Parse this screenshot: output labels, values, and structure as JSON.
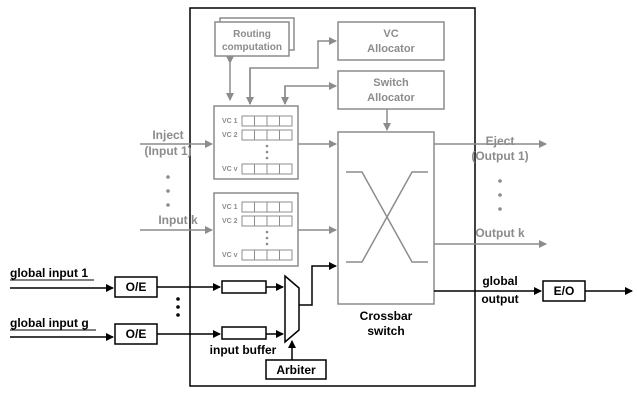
{
  "colors": {
    "gray": "#8c8c8c",
    "black": "#000000",
    "background": "#ffffff"
  },
  "blocks": {
    "routing": [
      "Routing",
      "computation"
    ],
    "vc_allocator": [
      "VC",
      "Allocator"
    ],
    "switch_allocator": [
      "Switch",
      "Allocator"
    ],
    "crossbar": [
      "Crossbar",
      "switch"
    ],
    "oe": "O/E",
    "eo": "E/O",
    "arbiter": "Arbiter",
    "input_buffer": "input buffer"
  },
  "vc_buffers": {
    "top": [
      "VC 1",
      "VC 2",
      "VC v"
    ],
    "bottom": [
      "VC 1",
      "VC 2",
      "VC v"
    ]
  },
  "inputs": {
    "inject": [
      "Inject",
      "(Input 1)"
    ],
    "input_k": "Input k",
    "global_1": "global input 1",
    "global_g": "global input g"
  },
  "outputs": {
    "eject": [
      "Eject",
      "(Output 1)"
    ],
    "output_k": "Output k",
    "global": [
      "global",
      "output"
    ]
  },
  "icons": [
    "arrow-icon",
    "ellipsis-icon",
    "crossbar-x-icon",
    "multiplexer-icon"
  ]
}
